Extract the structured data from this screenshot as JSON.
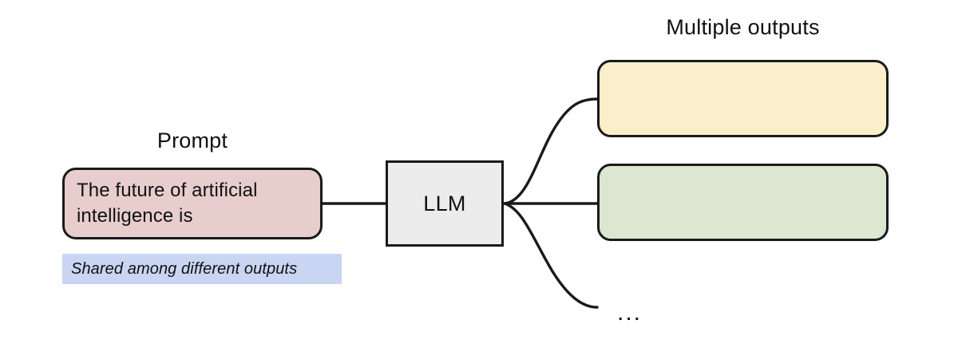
{
  "diagram": {
    "title_prompt": "Prompt",
    "title_outputs": "Multiple outputs",
    "prompt_text": "The future of artificial\nintelligence is",
    "model_label": "LLM",
    "shared_note": "Shared among different outputs",
    "ellipsis": "...",
    "output_boxes": [
      {
        "name": "output-1",
        "text": "",
        "color": "#faeecb"
      },
      {
        "name": "output-2",
        "text": "",
        "color": "#dbe7d0"
      }
    ],
    "colors": {
      "prompt_fill": "#e8cdcd",
      "model_fill": "#ececec",
      "output_1_fill": "#faeecb",
      "output_2_fill": "#dbe7d0",
      "shared_note_fill": "#c9d5f2",
      "stroke": "#1a1a1a",
      "background": "#ffffff",
      "text": "#111111"
    }
  }
}
